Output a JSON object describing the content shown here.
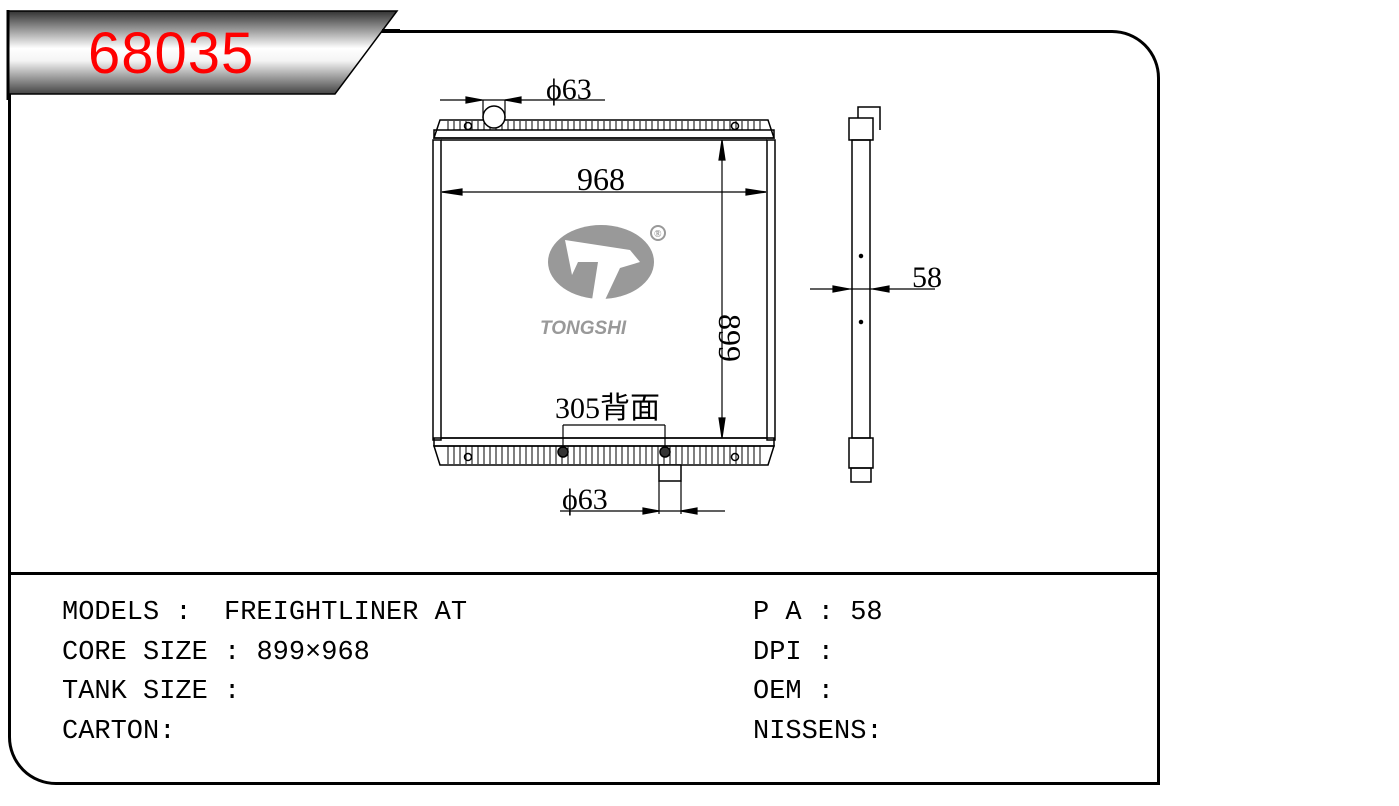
{
  "part_number": "68035",
  "drawing": {
    "inlet_diameter": "ϕ63",
    "outlet_diameter": "ϕ63",
    "width": "968",
    "height": "899",
    "thickness": "58",
    "outlet_offset": "305背面",
    "logo_text": "TONGSHI",
    "logo_mark": "®"
  },
  "specs_left": [
    {
      "label": "MODELS :  ",
      "value": "FREIGHTLINER AT"
    },
    {
      "label": "CORE SIZE : ",
      "value": "899×968"
    },
    {
      "label": "TANK SIZE : ",
      "value": ""
    },
    {
      "label": "CARTON:",
      "value": ""
    }
  ],
  "specs_right": [
    {
      "label": "P A : ",
      "value": "58"
    },
    {
      "label": "DPI : ",
      "value": ""
    },
    {
      "label": "OEM : ",
      "value": ""
    },
    {
      "label": "NISSENS:",
      "value": ""
    }
  ]
}
